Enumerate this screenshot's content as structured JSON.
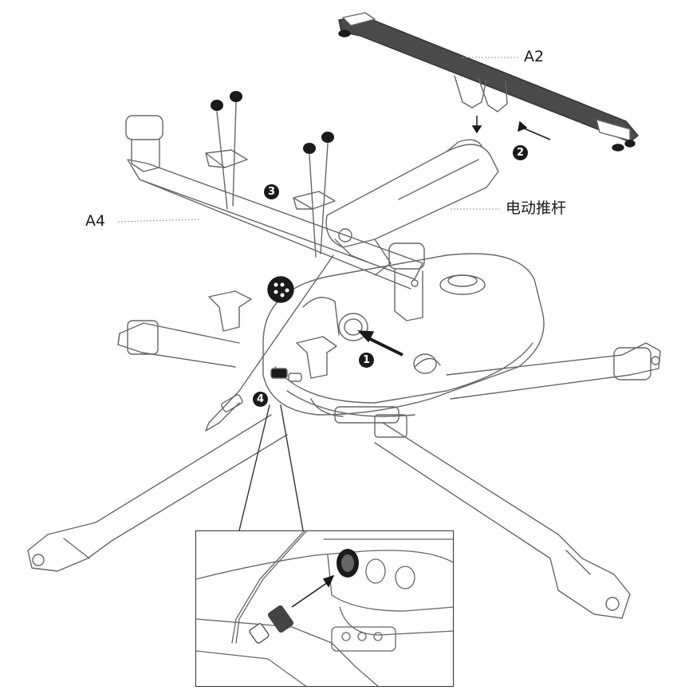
{
  "labels": {
    "a2": "A2",
    "a4": "A4",
    "actuator": "电动推杆"
  },
  "steps": {
    "s1": "1",
    "s2": "2",
    "s3": "3",
    "s4": "4"
  },
  "colors": {
    "line": "#555555",
    "dark": "#1a1a1a",
    "rail": "#4a4a4a",
    "leader": "#9a9a9a"
  },
  "icons": {
    "arrow": "arrow-icon",
    "knob": "knob-icon",
    "connector": "connector-icon"
  }
}
